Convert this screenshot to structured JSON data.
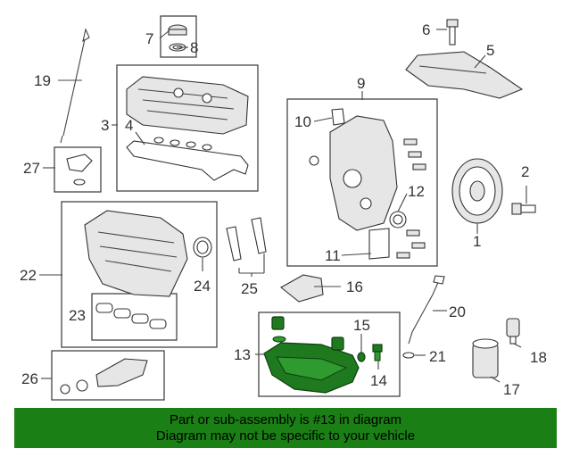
{
  "callouts": {
    "n1": "1",
    "n2": "2",
    "n3": "3",
    "n4": "4",
    "n5": "5",
    "n6": "6",
    "n7": "7",
    "n8": "8",
    "n9": "9",
    "n10": "10",
    "n11": "11",
    "n12": "12",
    "n13": "13",
    "n14": "14",
    "n15": "15",
    "n16": "16",
    "n17": "17",
    "n18": "18",
    "n19": "19",
    "n20": "20",
    "n21": "21",
    "n22": "22",
    "n23": "23",
    "n24": "24",
    "n25": "25",
    "n26": "26",
    "n27": "27"
  },
  "highlighted_part": "13",
  "colors": {
    "highlight": "#1f7a1f",
    "banner": "#1a7f14"
  },
  "banner": {
    "line1": "Part or sub-assembly is #13 in diagram",
    "line2": "Diagram may not be specific to your vehicle"
  }
}
